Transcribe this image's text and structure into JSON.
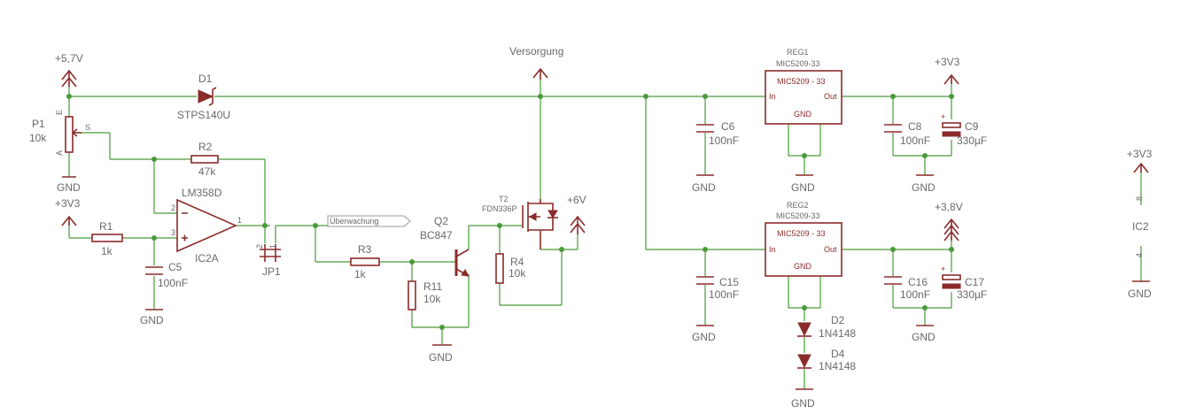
{
  "rails": {
    "v57": "+5,7V",
    "v33a": "+3V3",
    "v33b": "+3V3",
    "v33c": "+3V3",
    "v38": "+3,8V",
    "v6": "+6V",
    "versorgung": "Versorgung"
  },
  "gnd": "GND",
  "parts": {
    "d1": {
      "name": "D1",
      "value": "STPS140U"
    },
    "p1": {
      "name": "P1",
      "value": "10k",
      "pin_a": "A",
      "pin_e": "E",
      "pin_s": "S"
    },
    "r1": {
      "name": "R1",
      "value": "1k"
    },
    "r2": {
      "name": "R2",
      "value": "47k"
    },
    "r3": {
      "name": "R3",
      "value": "1k"
    },
    "r4": {
      "name": "R4",
      "value": "10k"
    },
    "r11": {
      "name": "R11",
      "value": "10k"
    },
    "c5": {
      "name": "C5",
      "value": "100nF"
    },
    "c6": {
      "name": "C6",
      "value": "100nF"
    },
    "c8": {
      "name": "C8",
      "value": "100nF"
    },
    "c9": {
      "name": "C9",
      "value": "330µF"
    },
    "c15": {
      "name": "C15",
      "value": "100nF"
    },
    "c16": {
      "name": "C16",
      "value": "100nF"
    },
    "c17": {
      "name": "C17",
      "value": "330µF"
    },
    "ic2a": {
      "name": "IC2A",
      "value": "LM358D",
      "pin1": "1",
      "pin2": "2",
      "pin3": "3"
    },
    "ic2": {
      "name": "IC2",
      "pin8": "8",
      "pin4": "4"
    },
    "jp1": {
      "name": "JP1",
      "pin1": "1",
      "pin2": "2"
    },
    "q2": {
      "name": "Q2",
      "value": "BC847"
    },
    "t2": {
      "name": "T2",
      "value": "FDN336P"
    },
    "d2": {
      "name": "D2",
      "value": "1N4148"
    },
    "d4": {
      "name": "D4",
      "value": "1N4148"
    },
    "reg1": {
      "name": "REG1",
      "value": "MIC5209-33",
      "body": "MIC5209 - 33",
      "in": "In",
      "out": "Out",
      "gnd": "GND"
    },
    "reg2": {
      "name": "REG2",
      "value": "MIC5209-33",
      "body": "MIC5209 - 33",
      "in": "In",
      "out": "Out",
      "gnd": "GND"
    }
  },
  "net_label": "Überwachung",
  "colors": {
    "wire": "#4a9a3a",
    "symbol": "#8b2b2b",
    "text": "#6a6a6a"
  }
}
